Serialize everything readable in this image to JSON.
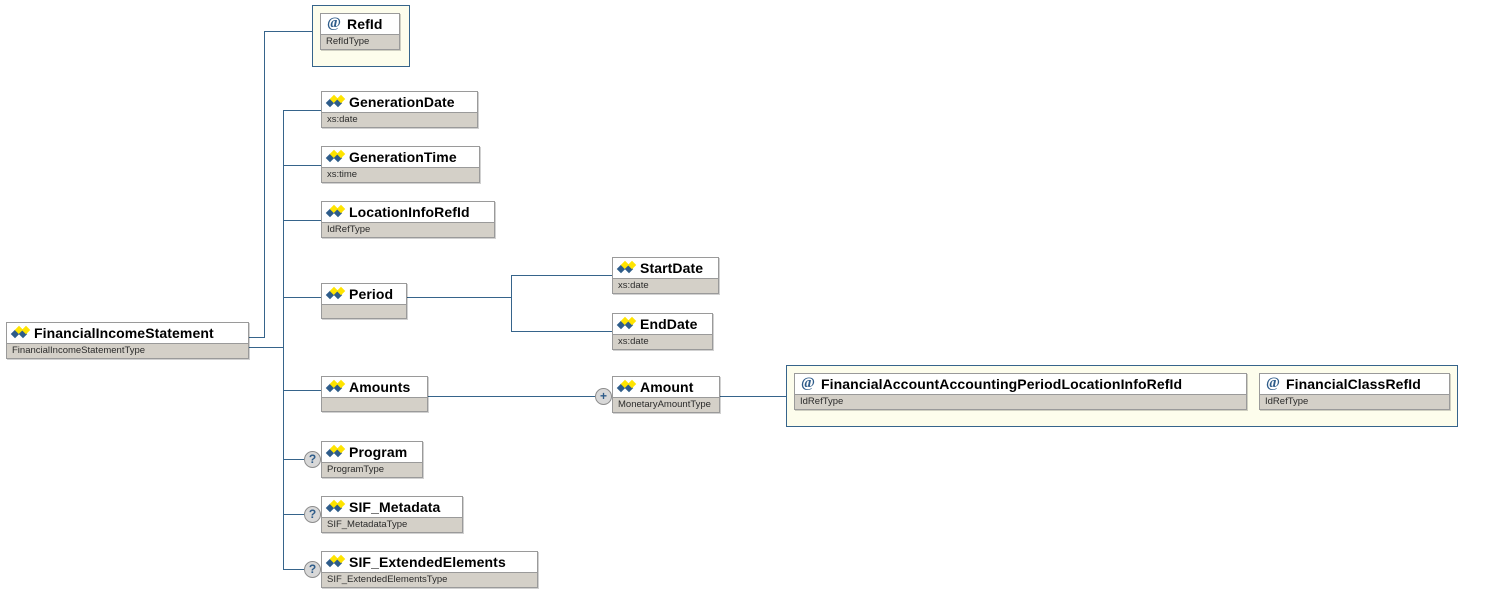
{
  "diagram": {
    "title": "FinancialIncomeStatement XSD structure diagram",
    "accent_line_color": "#36648b",
    "type_bar_color": "#d4d0c8",
    "attribute_container_color": "#fdfdec"
  },
  "root": {
    "label": "FinancialIncomeStatement",
    "type": "FinancialIncomeStatementType",
    "kind": "element"
  },
  "attribute_group": {
    "items": [
      {
        "label": "RefId",
        "type": "RefIdType",
        "kind": "attribute"
      }
    ]
  },
  "children": [
    {
      "label": "GenerationDate",
      "type": "xs:date",
      "kind": "element",
      "optional": false
    },
    {
      "label": "GenerationTime",
      "type": "xs:time",
      "kind": "element",
      "optional": false
    },
    {
      "label": "LocationInfoRefId",
      "type": "IdRefType",
      "kind": "element",
      "optional": false
    },
    {
      "label": "Period",
      "type": "",
      "kind": "element",
      "optional": false
    },
    {
      "label": "Amounts",
      "type": "",
      "kind": "element",
      "optional": false
    },
    {
      "label": "Program",
      "type": "ProgramType",
      "kind": "element",
      "optional": true
    },
    {
      "label": "SIF_Metadata",
      "type": "SIF_MetadataType",
      "kind": "element",
      "optional": true
    },
    {
      "label": "SIF_ExtendedElements",
      "type": "SIF_ExtendedElementsType",
      "kind": "element",
      "optional": true
    }
  ],
  "period_children": [
    {
      "label": "StartDate",
      "type": "xs:date",
      "kind": "element"
    },
    {
      "label": "EndDate",
      "type": "xs:date",
      "kind": "element"
    }
  ],
  "amounts_children": [
    {
      "label": "Amount",
      "type": "MonetaryAmountType",
      "kind": "element",
      "expandable": true
    }
  ],
  "amount_attributes": [
    {
      "label": "FinancialAccountAccountingPeriodLocationInfoRefId",
      "type": "IdRefType",
      "kind": "attribute"
    },
    {
      "label": "FinancialClassRefId",
      "type": "IdRefType",
      "kind": "attribute"
    }
  ],
  "markers": {
    "optional": "?",
    "expand": "+"
  },
  "icons": {
    "element": "element-icon",
    "attribute": "at-sign-icon",
    "optional": "question-mark-icon",
    "expand": "plus-icon"
  }
}
